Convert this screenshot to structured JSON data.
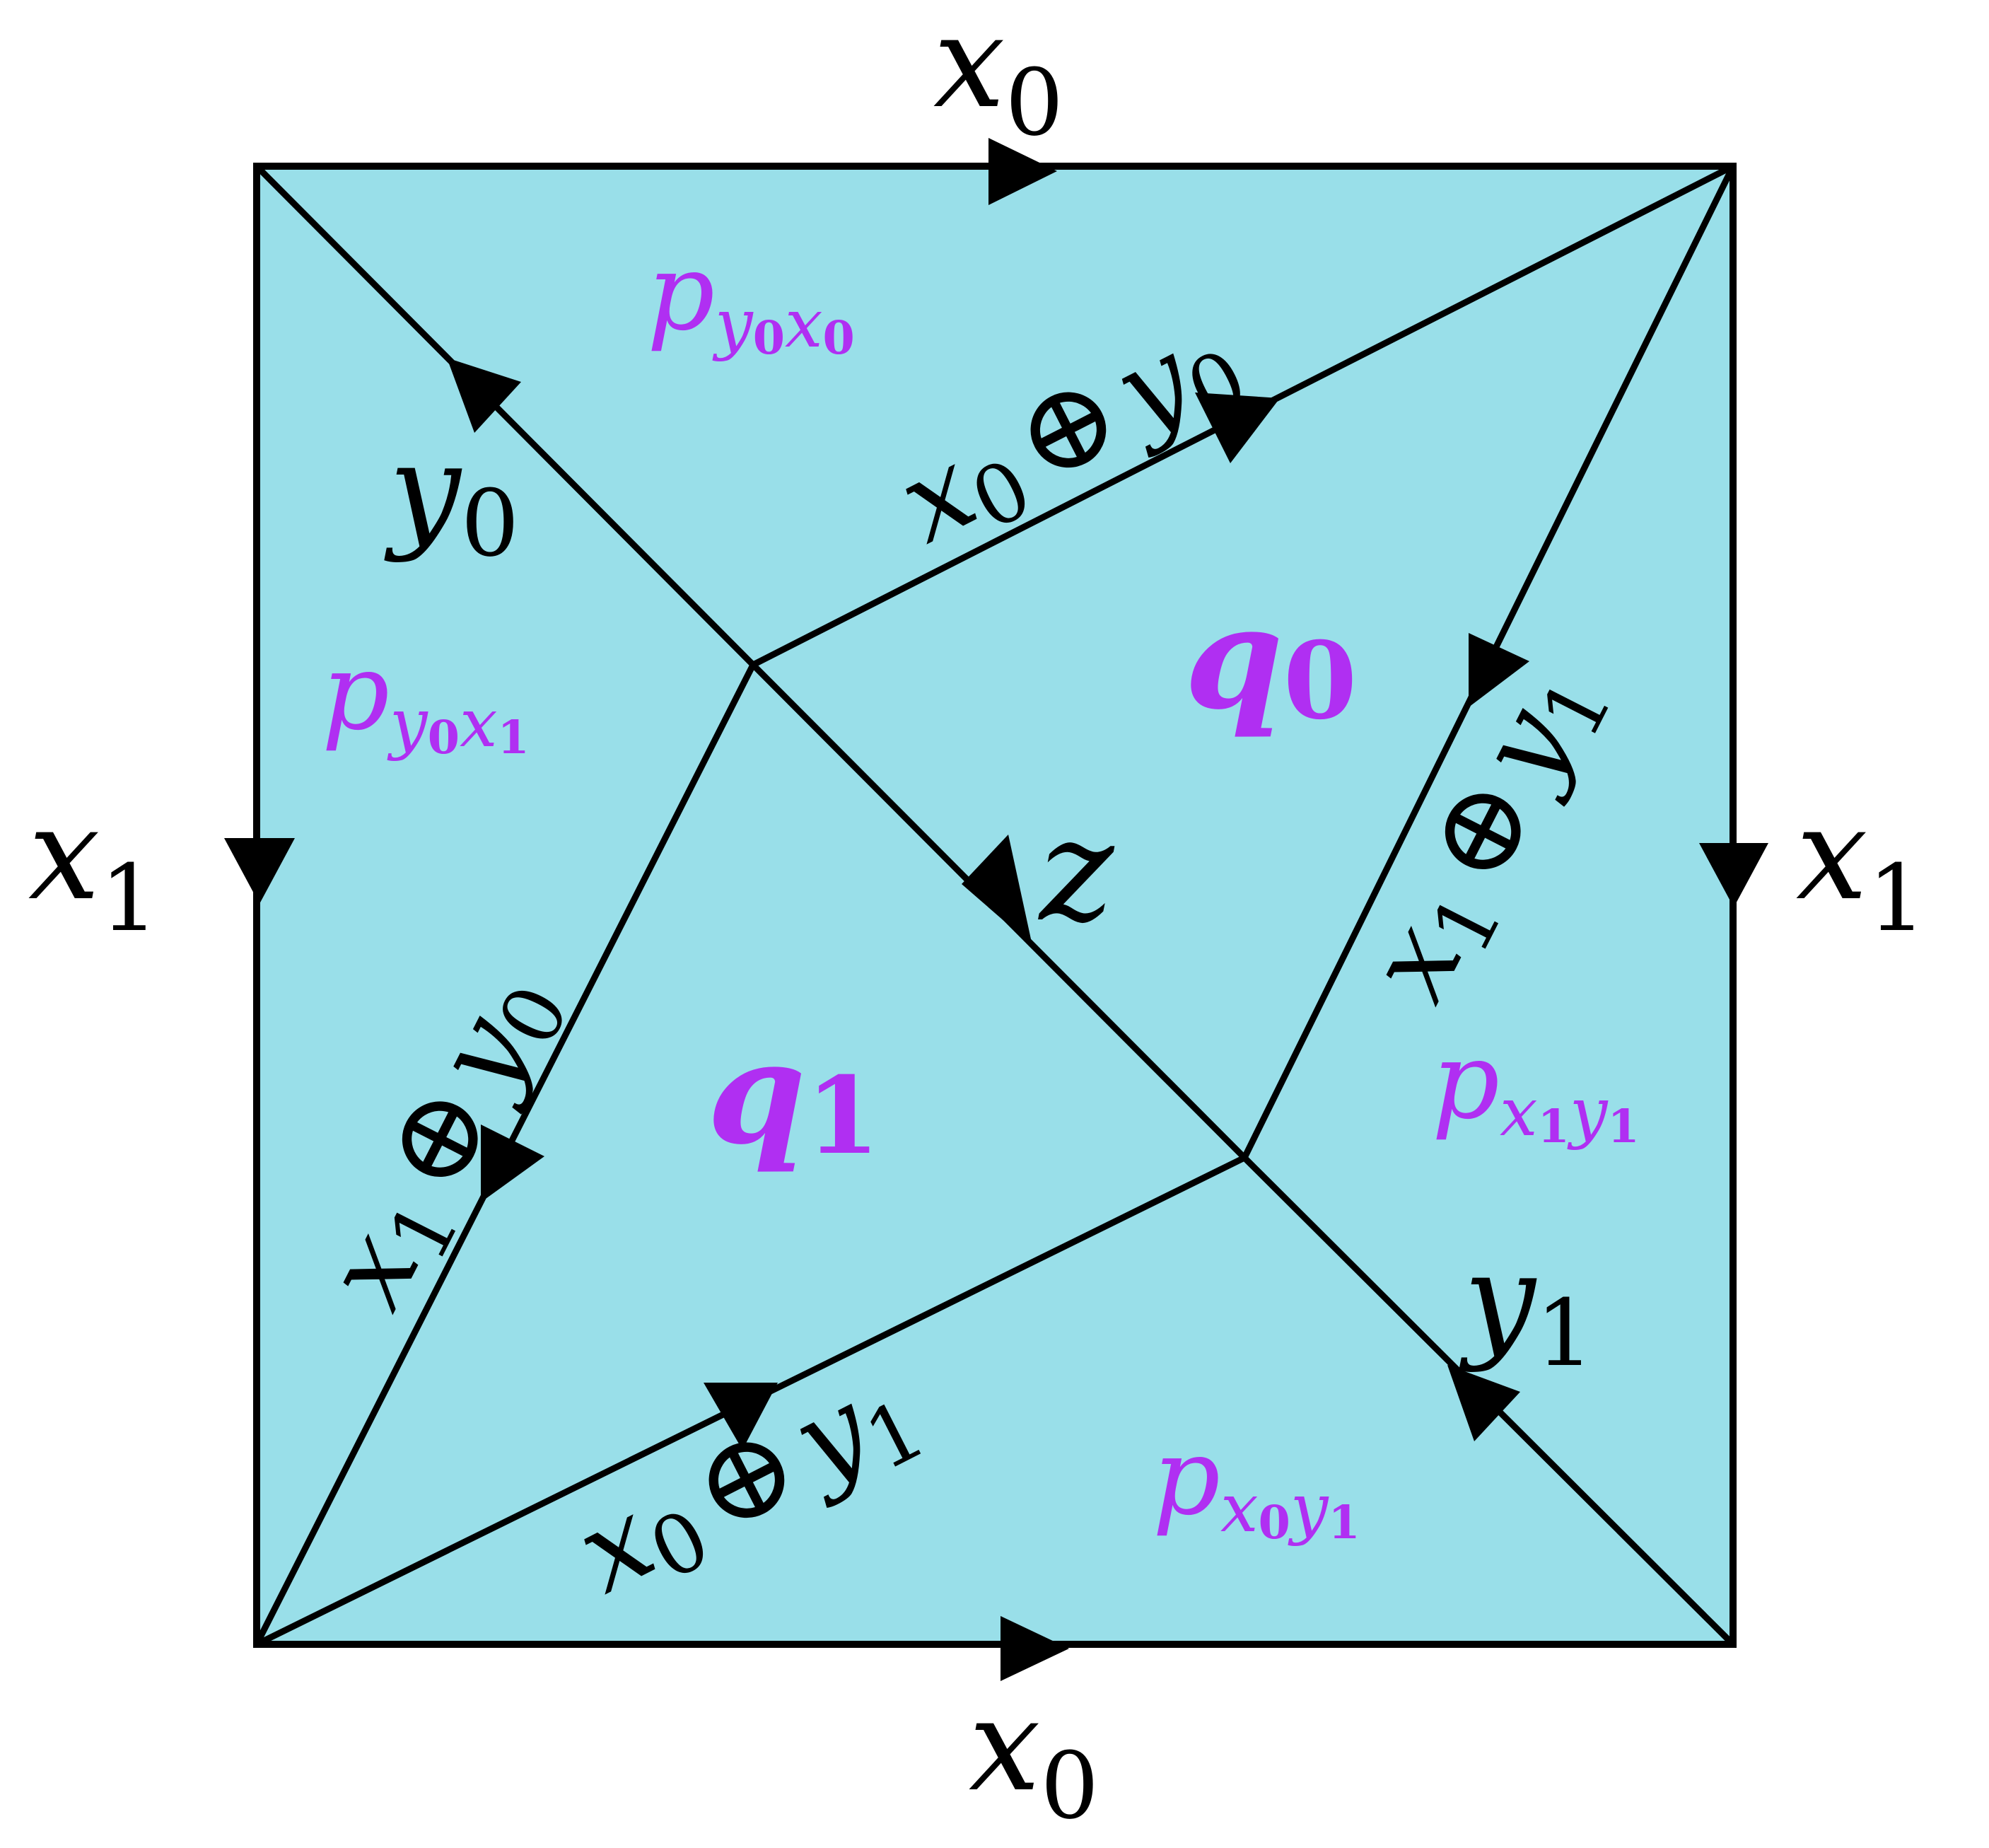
{
  "colors": {
    "fill": "#99dfe9",
    "stroke": "#000000",
    "face_label": "#b02ff2"
  },
  "edges": {
    "top": {
      "var": "x",
      "sub": "0"
    },
    "bottom": {
      "var": "x",
      "sub": "0"
    },
    "left": {
      "var": "x",
      "sub": "1"
    },
    "right": {
      "var": "x",
      "sub": "1"
    },
    "diag_y0": {
      "var": "y",
      "sub": "0"
    },
    "diag_y1": {
      "var": "y",
      "sub": "1"
    },
    "diag_z": {
      "var": "z"
    },
    "x0_xor_y0": {
      "var1": "x",
      "sub1": "0",
      "op": "⊕",
      "var2": "y",
      "sub2": "0"
    },
    "x1_xor_y1": {
      "var1": "x",
      "sub1": "1",
      "op": "⊕",
      "var2": "y",
      "sub2": "1"
    },
    "x1_xor_y0": {
      "var1": "x",
      "sub1": "1",
      "op": "⊕",
      "var2": "y",
      "sub2": "0"
    },
    "x0_xor_y1": {
      "var1": "x",
      "sub1": "0",
      "op": "⊕",
      "var2": "y",
      "sub2": "1"
    }
  },
  "faces": {
    "q0": {
      "var": "q",
      "sub": "0"
    },
    "q1": {
      "var": "q",
      "sub": "1"
    },
    "p_y0x0": {
      "var": "p",
      "s1": "y",
      "s1sub": "0",
      "s2": "x",
      "s2sub": "0"
    },
    "p_y0x1": {
      "var": "p",
      "s1": "y",
      "s1sub": "0",
      "s2": "x",
      "s2sub": "1"
    },
    "p_x1y1": {
      "var": "p",
      "s1": "x",
      "s1sub": "1",
      "s2": "y",
      "s2sub": "1"
    },
    "p_x0y1": {
      "var": "p",
      "s1": "x",
      "s1sub": "0",
      "s2": "y",
      "s2sub": "1"
    }
  }
}
